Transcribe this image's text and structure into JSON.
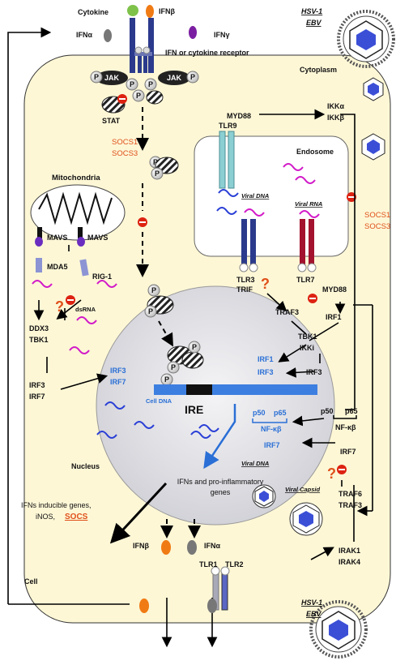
{
  "top": {
    "cytokine": "Cytokine",
    "ifnb": "IFNβ",
    "ifna": "IFNα",
    "ifng": "IFNγ",
    "receptor": "IFN or cytokine receptor",
    "virus": "HSV-1",
    "virus2": "EBV"
  },
  "cytoplasm": "Cytoplasm",
  "jak": "JAK",
  "p": "P",
  "stat": "STAT",
  "socs_pair": [
    "SOCS1",
    "SOCS3"
  ],
  "myd88_tlr9": [
    "MYD88",
    "TLR9"
  ],
  "ikk": [
    "IKKα",
    "IKKβ"
  ],
  "endosome": {
    "title": "Endosome",
    "viral_dna": "Viral DNA",
    "viral_rna": "Viral RNA",
    "tlr3": "TLR3",
    "trif": "TRIF",
    "tlr7": "TLR7"
  },
  "mitochondria": "Mitochondria",
  "mavs": "MAVS",
  "mda5": "MDA5",
  "rig1": "RIG-1",
  "dsrna": "dsRNA",
  "ddx3": [
    "DDX3",
    "TBK1"
  ],
  "irf3_irf7": [
    "IRF3",
    "IRF7"
  ],
  "question": "?",
  "traf3": "TRAF3",
  "myd88": "MYD88",
  "irf1": "IRF1",
  "tbk1_ikki": [
    "TBK1",
    "IKKi"
  ],
  "irf3": "IRF3",
  "nucleus": {
    "label": "Nucleus",
    "irf1": "IRF1",
    "irf3": "IRF3",
    "irf3b": "IRF3",
    "irf7b": "IRF7",
    "cell_dna": "Cell DNA",
    "ire": "IRE",
    "p50": "p50",
    "p65": "p65",
    "nfkb": "NF-κβ",
    "irf7": "IRF7",
    "viral_dna": "Viral DNA",
    "genes": [
      "IFNs and pro-inflammatory",
      "genes"
    ]
  },
  "p50p65": [
    "p50",
    "p65"
  ],
  "nfkb2": "NF-κβ",
  "irf7_right": "IRF7",
  "traf6_traf3": [
    "TRAF6",
    "TRAF3"
  ],
  "irak": [
    "IRAK1",
    "IRAK4"
  ],
  "viral_capsid": "Viral Capsid",
  "inducible": [
    "IFNs inducible genes,",
    "iNOS, "
  ],
  "socs_red": "SOCS",
  "ifnb_out": "IFNβ",
  "ifna_out": "IFNα",
  "tlr1": "TLR1",
  "tlr2": "TLR2",
  "cell": "Cell",
  "colors": {
    "cell_fill": "#fdf7d6",
    "nucleus_fill": "#e6e6ea",
    "accent_blue": "#2a6fd6",
    "accent_orange": "#e0501a",
    "receptor": "#2b3a8c"
  }
}
